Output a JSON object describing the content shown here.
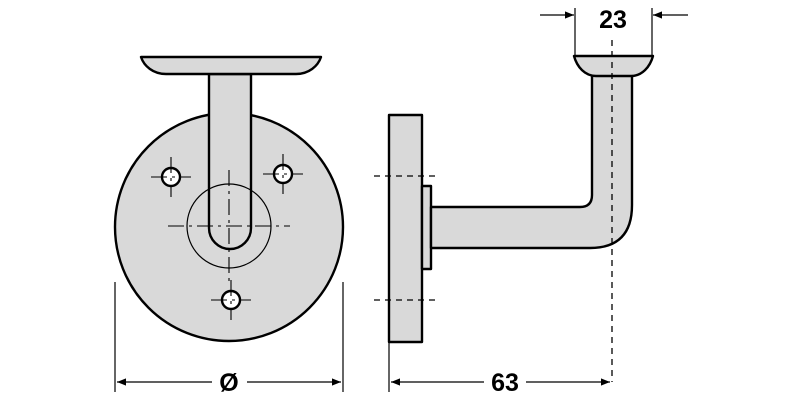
{
  "dimensions": {
    "top_width": "23",
    "depth": "63",
    "diameter": "Ø"
  },
  "colors": {
    "part_fill": "#d9d9d9",
    "line": "#000000",
    "background": "#ffffff"
  }
}
